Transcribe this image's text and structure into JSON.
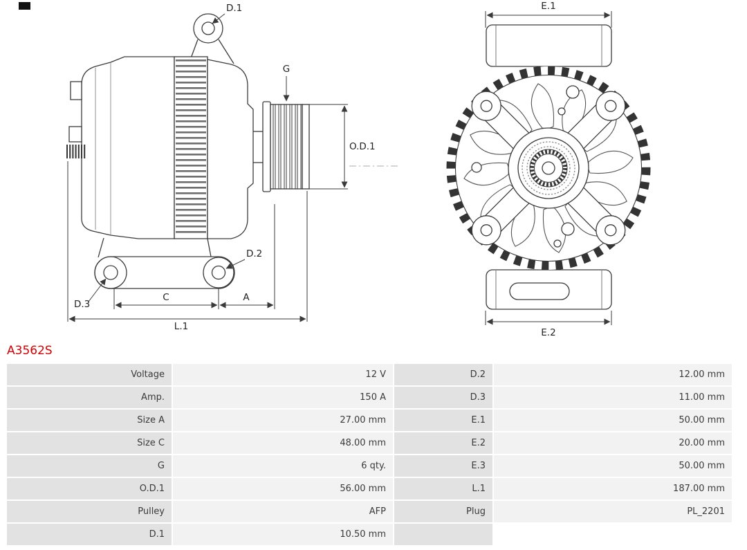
{
  "part_number": "A3562S",
  "accent_color": "#d40000",
  "diagram": {
    "side_view_labels": {
      "d1": "D.1",
      "g": "G",
      "od1": "O.D.1",
      "d2": "D.2",
      "d3": "D.3",
      "c": "C",
      "a": "A",
      "l1": "L.1"
    },
    "front_view_labels": {
      "e1": "E.1",
      "e2": "E.2"
    }
  },
  "table": {
    "rows": [
      {
        "label1": "Voltage",
        "value1": "12 V",
        "label2": "D.2",
        "value2": "12.00 mm"
      },
      {
        "label1": "Amp.",
        "value1": "150 A",
        "label2": "D.3",
        "value2": "11.00 mm"
      },
      {
        "label1": "Size A",
        "value1": "27.00 mm",
        "label2": "E.1",
        "value2": "50.00 mm"
      },
      {
        "label1": "Size C",
        "value1": "48.00 mm",
        "label2": "E.2",
        "value2": "20.00 mm"
      },
      {
        "label1": "G",
        "value1": "6 qty.",
        "label2": "E.3",
        "value2": "50.00 mm"
      },
      {
        "label1": "O.D.1",
        "value1": "56.00 mm",
        "label2": "L.1",
        "value2": "187.00 mm"
      },
      {
        "label1": "Pulley",
        "value1": "AFP",
        "label2": "Plug",
        "value2": "PL_2201"
      },
      {
        "label1": "D.1",
        "value1": "10.50 mm",
        "label2": "",
        "value2": null
      }
    ]
  }
}
